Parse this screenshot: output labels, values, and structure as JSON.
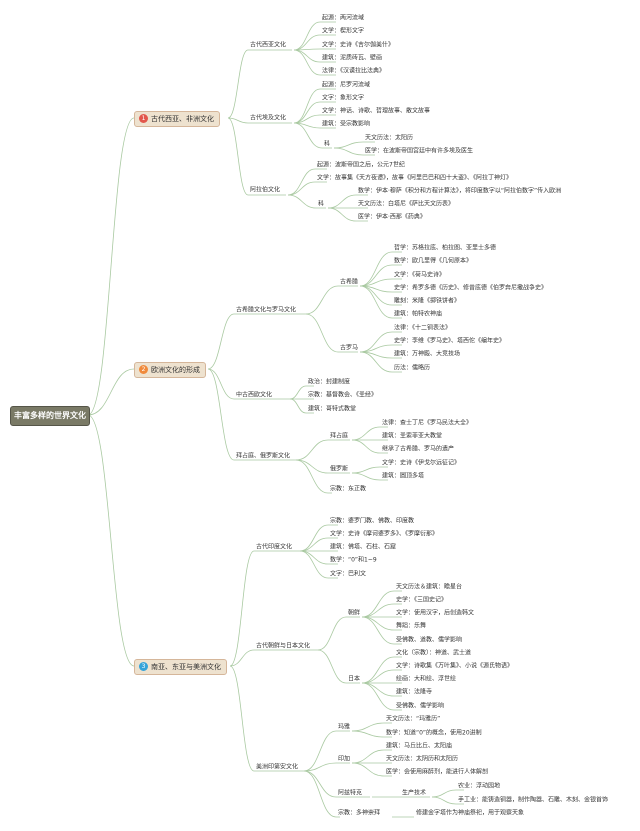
{
  "root": "丰富多样的世界文化",
  "sections": [
    {
      "num": "1",
      "label": "古代西亚、非洲文化"
    },
    {
      "num": "2",
      "label": "欧洲文化的形成"
    },
    {
      "num": "3",
      "label": "南亚、东亚与美洲文化"
    }
  ],
  "s1": {
    "xiya": "古代西亚文化",
    "xiya_items": [
      "起源：两河流域",
      "文学：楔形文字",
      "文学：史诗《吉尔伽美什》",
      "建筑：泥质砖瓦、壁画",
      "法律：《汉谟拉比法典》"
    ],
    "aiji": "古代埃及文化",
    "aiji_items": [
      "起源：尼罗河流域",
      "文字：象形文字",
      "文学：神话、诗歌、哲理故事、散文故事",
      "建筑：受宗教影响"
    ],
    "aiji_ke": "科",
    "aiji_ke_items": [
      "天文历法：太阳历",
      "医学：在波斯帝国宫廷中有许多埃及医生"
    ],
    "alabo": "阿拉伯文化",
    "alabo_items": [
      "起源：波斯帝国之后，公元7世纪",
      "文学：故事集《天方夜谭》，故事《阿里巴巴和四十大盗》、《阿拉丁神灯》"
    ],
    "alabo_ke": "科",
    "alabo_ke_items": [
      "数学：伊本·穆萨《积分和方程计算法》，将印度数字以“阿拉伯数字”传入欧洲",
      "天文历法：白塔尼《萨比天文历表》",
      "医学：伊本·西那《药典》"
    ]
  },
  "s2": {
    "xila": "古希腊文化与罗马文化",
    "gxl": "古希腊",
    "gxl_items": [
      "哲学：苏格拉底、柏拉图、亚里士多德",
      "数学：欧几里得《几何原本》",
      "文学：《荷马史诗》",
      "史学：希罗多德《历史》、修昔底德《伯罗奔尼撒战争史》",
      "雕刻：米隆《掷铁饼者》",
      "建筑：帕特农神庙"
    ],
    "glm": "古罗马",
    "glm_items": [
      "法律：《十二铜表法》",
      "史学：李维《罗马史》、塔西佗《编年史》",
      "建筑：万神殿、大竞技场",
      "历法：儒略历"
    ],
    "zgxo": "中古西欧文化",
    "zgxo_items": [
      "政治：封建制度",
      "宗教：基督教会、《圣经》",
      "建筑：哥特式教堂"
    ],
    "bzt": "拜占庭、俄罗斯文化",
    "bzt2": "拜占庭",
    "bzt2_items": [
      "法律：查士丁尼《罗马民法大全》",
      "建筑：圣索菲亚大教堂",
      "继承了古希腊、罗马的遗产"
    ],
    "els": "俄罗斯",
    "els_items": [
      "文学：史诗《伊戈尔远征记》",
      "建筑：圆顶多塔"
    ],
    "bzt_zj": "宗教：东正教"
  },
  "s3": {
    "yindu": "古代印度文化",
    "yindu_items": [
      "宗教：婆罗门教、佛教、印度教",
      "文学：史诗《摩诃婆罗多》、《罗摩衍那》",
      "建筑：佛塔、石柱、石窟",
      "数学：“0”和1~9",
      "文字：巴利文"
    ],
    "cxrb": "古代朝鲜与日本文化",
    "cx": "朝鲜",
    "cx_items": [
      "天文历法＆建筑：瞻星台",
      "史学：《三国史记》",
      "文学：使用汉字，后创造韩文",
      "舞蹈：乐舞",
      "受佛教、道教、儒学影响"
    ],
    "rb": "日本",
    "rb_items": [
      "文化（宗教）：神道、武士道",
      "文学：诗歌集《万叶集》、小说《源氏物语》",
      "绘画：大和绘、浮世绘",
      "建筑：法隆寺",
      "受佛教、儒学影响"
    ],
    "mz": "美洲印第安文化",
    "my": "玛雅",
    "my_items": [
      "天文历法：“玛雅历”",
      "数学：知道“0”的概念，使用20进制"
    ],
    "yj": "印加",
    "yj_items": [
      "建筑：马丘比丘、太阳庙",
      "天文历法：太阴历和太阳历",
      "医学：会使用麻醉剂，能进行人体解剖"
    ],
    "azt": "阿兹特克",
    "sc": "生产技术",
    "sc_items": [
      "农业：浮动园地",
      "手工业：能铸造铜器，制作陶器、石雕、木刻、金银首饰"
    ],
    "zj": "宗教：多神崇拜",
    "zj_note": "修建金字塔作为神庙祭祀，用于观察天象"
  },
  "colors": {
    "line": "#a9c9a1",
    "sec_fill": "#eee2cf",
    "root_fill": "#7a7a66"
  }
}
